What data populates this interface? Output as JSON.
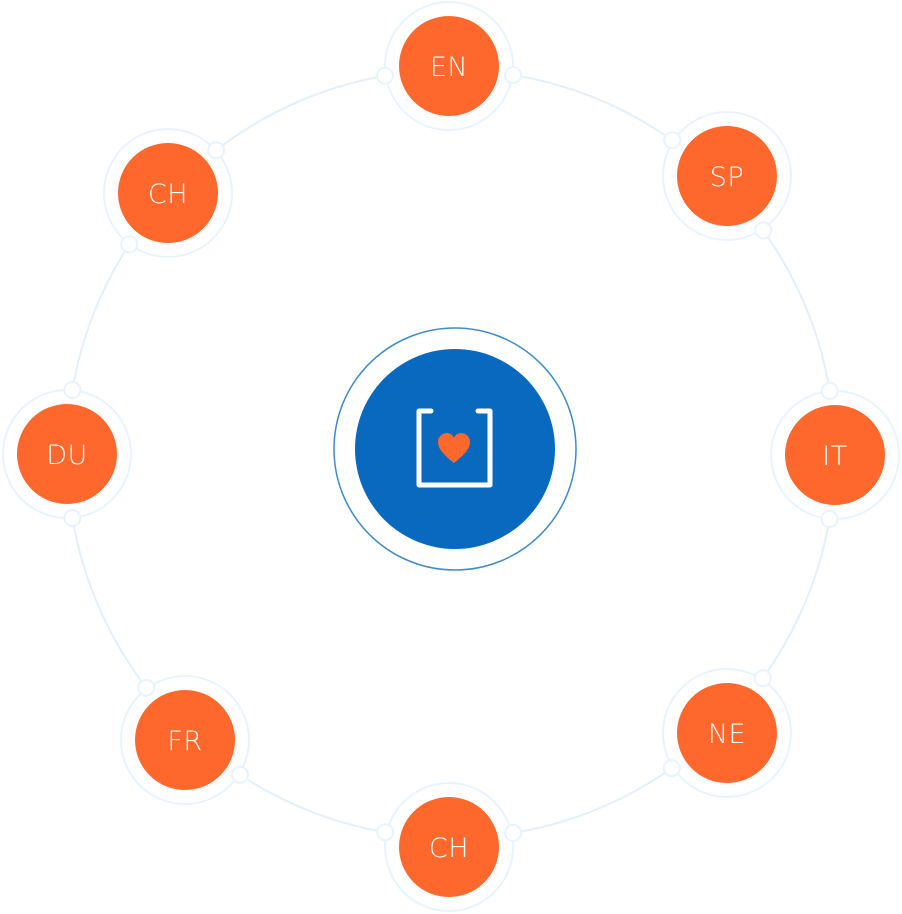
{
  "colors": {
    "node_fill": "#FF682C",
    "node_ring": "#E8F4FD",
    "connector_line": "#E2F0FC",
    "center_fill": "#0869BF",
    "center_ring": "#3F8ACB",
    "label_text": "#FFFFFF",
    "icon_stroke": "#FFFFFF",
    "icon_heart": "#FF682C"
  },
  "center": {
    "icon": "box-with-heart-icon"
  },
  "languages": [
    {
      "label": "EN"
    },
    {
      "label": "SP"
    },
    {
      "label": "IT"
    },
    {
      "label": "NE"
    },
    {
      "label": "CH"
    },
    {
      "label": "FR"
    },
    {
      "label": "DU"
    },
    {
      "label": "CH"
    }
  ]
}
